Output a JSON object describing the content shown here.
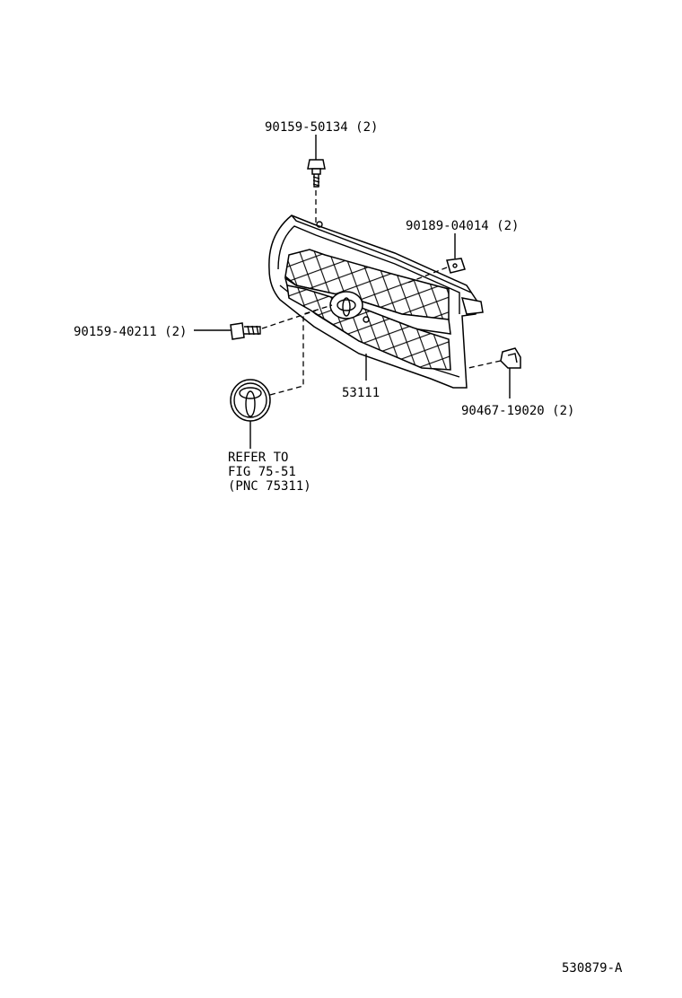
{
  "callouts": {
    "bolt_top": "90159-50134 (2)",
    "clip_right": "90189-04014 (2)",
    "bolt_left": "90159-40211 (2)",
    "grille": "53111",
    "clip_lower_right": "90467-19020 (2)",
    "refer_line1": "REFER TO",
    "refer_line2": "FIG 75-51",
    "refer_line3": "(PNC 75311)"
  },
  "illustration_number": "530879-A"
}
